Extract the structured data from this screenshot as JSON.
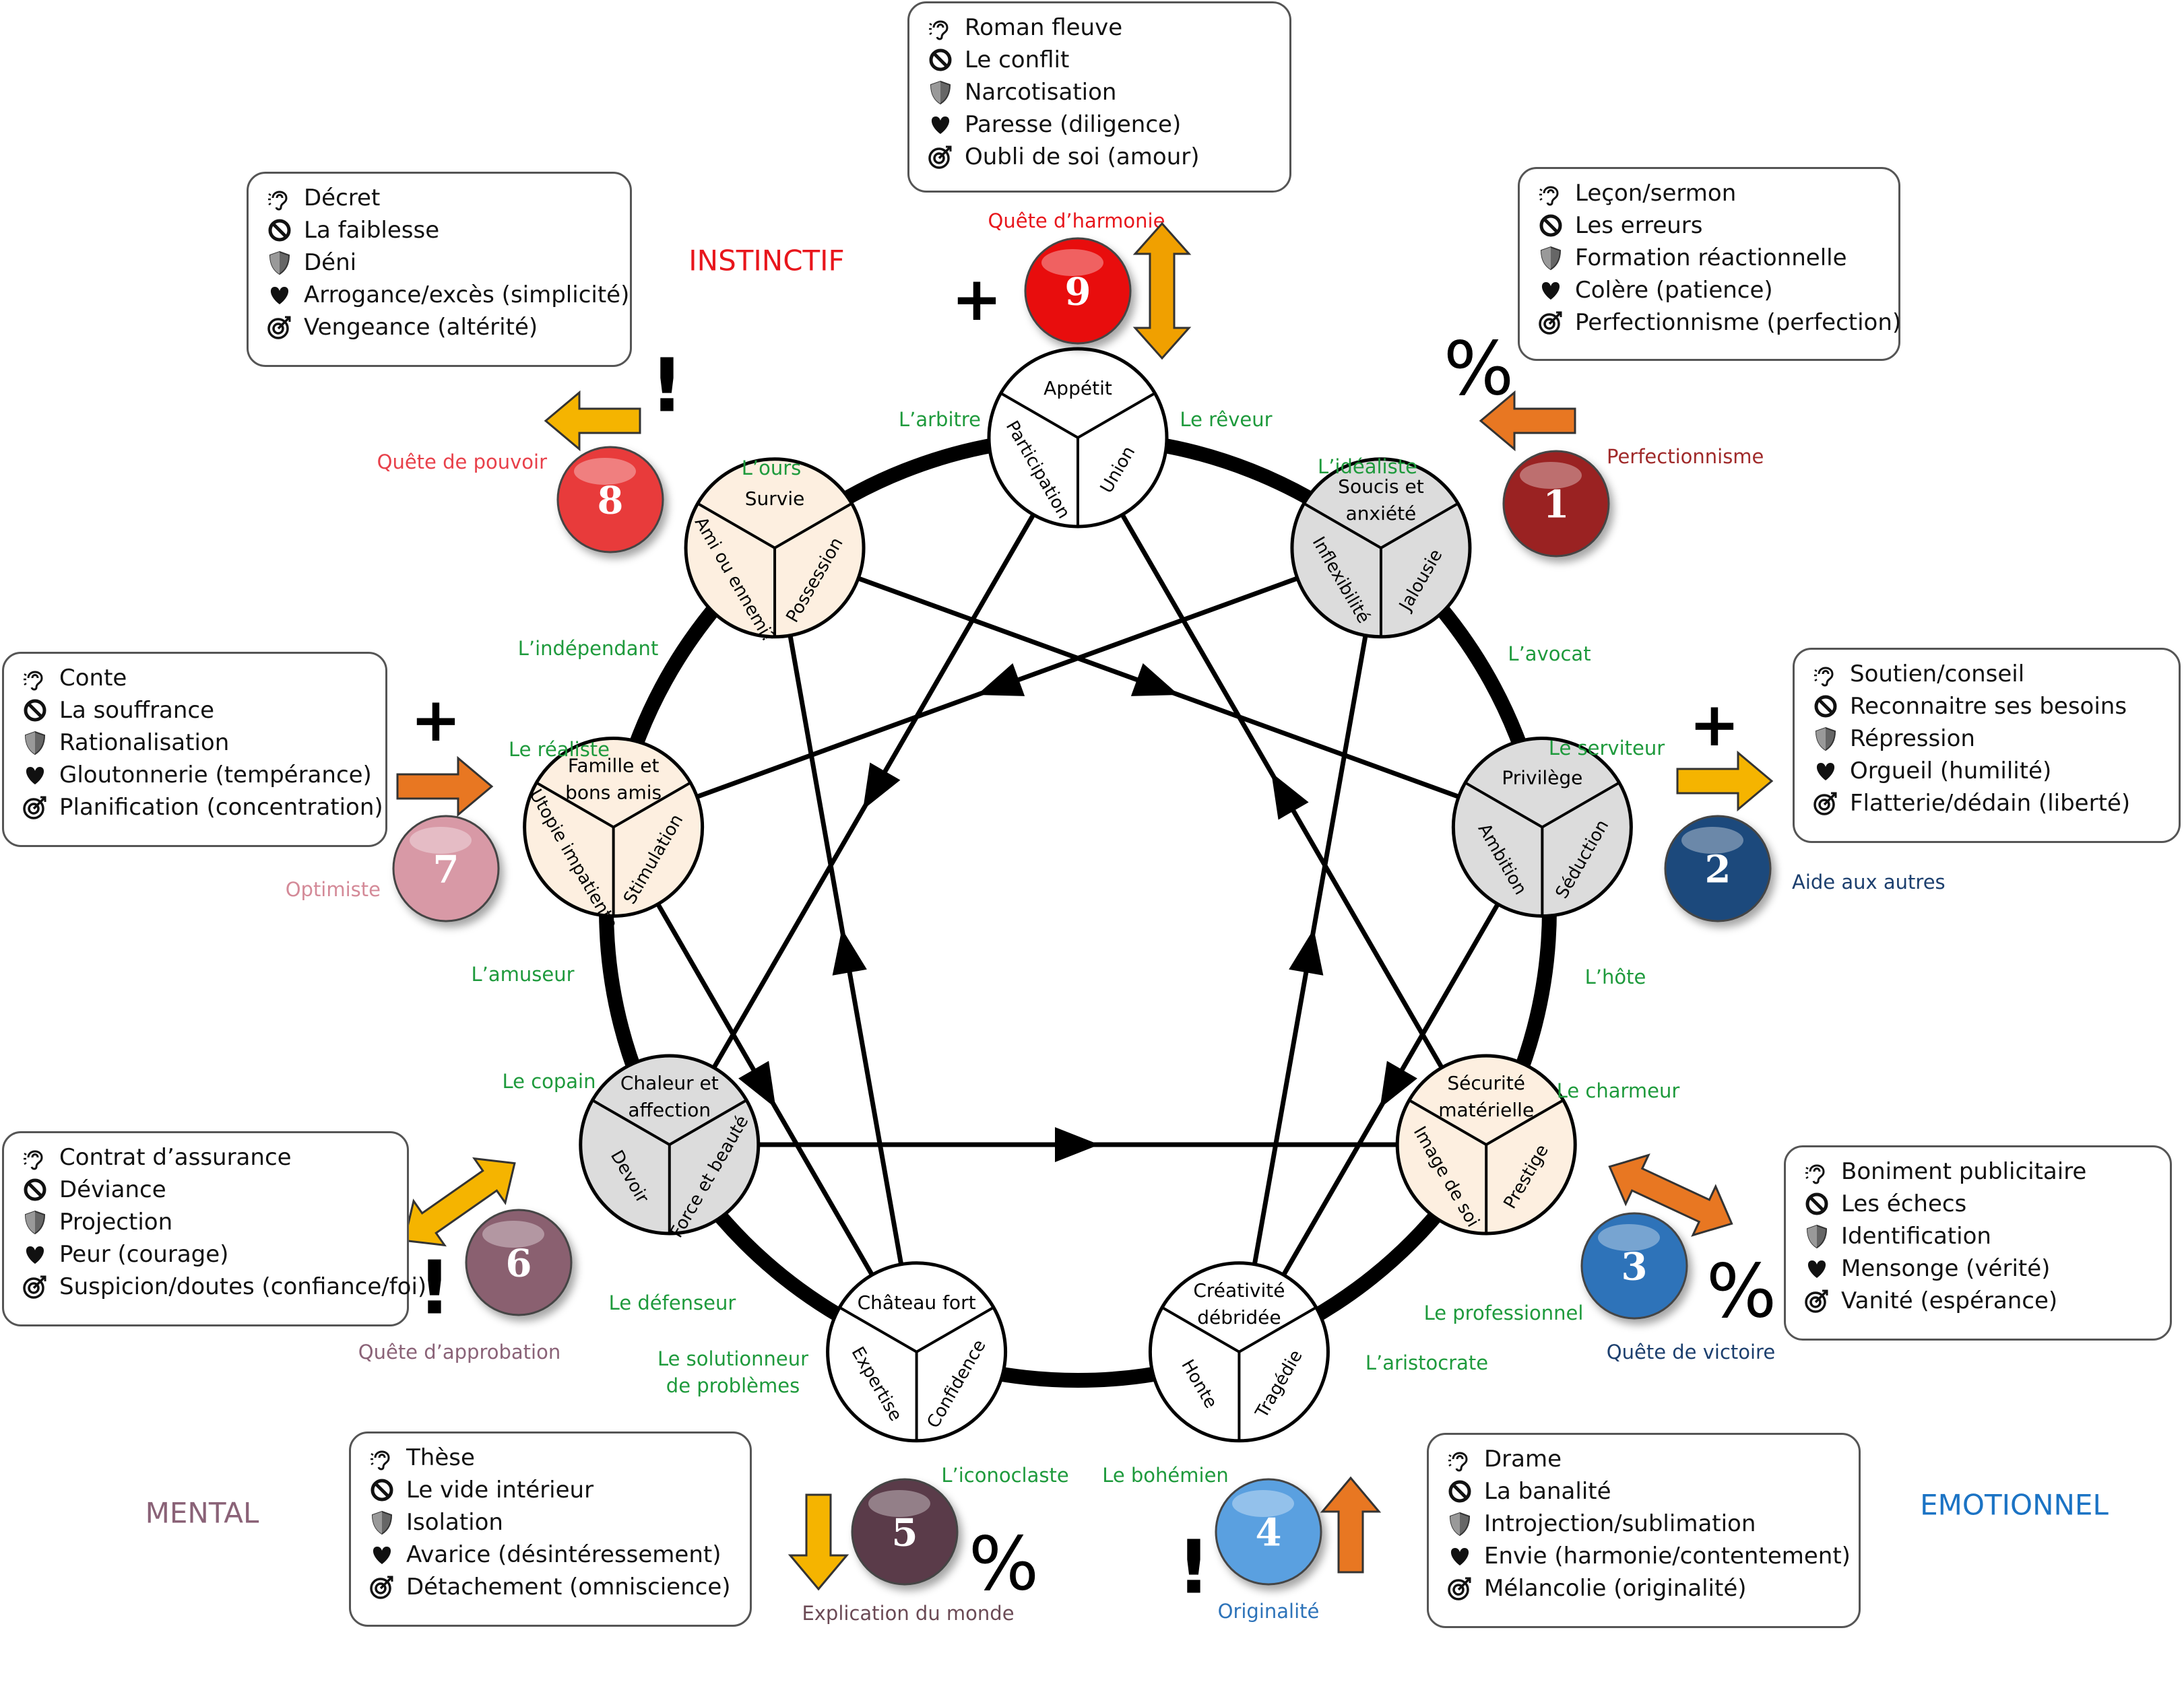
{
  "colors": {
    "green": "#1e9a3c",
    "instinctif": "#e8161c",
    "mental": "#8a6277",
    "emotionnel": "#1b73c4",
    "subtype_white": "#ffffff",
    "subtype_cream": "#fdefe0",
    "subtype_grey": "#dcdcdc"
  },
  "icon_legend": [
    "ear-icon",
    "prohibited-icon",
    "shield-icon",
    "heart-icon",
    "target-icon"
  ],
  "centers": [
    {
      "label": "INSTINCTIF",
      "color": "#e8161c"
    },
    {
      "label": "MENTAL",
      "color": "#8a6277"
    },
    {
      "label": "EMOTIONNEL",
      "color": "#1b73c4"
    }
  ],
  "types": [
    {
      "num": "9",
      "quest": "Quête d’harmonie",
      "quest_color": "#e8161c",
      "ball_color": "#e81010",
      "symbol": "+",
      "arrow": "double-vertical",
      "arrow_color": "#f0a000",
      "subtype": {
        "fill": "#ffffff",
        "top": [
          "Appétit"
        ],
        "left": "Participation",
        "right": "Union"
      },
      "wing_left": "L’arbitre",
      "wing_right": "Le rêveur",
      "info": [
        "Roman fleuve",
        "Le conflit",
        "Narcotisation",
        "Paresse (diligence)",
        "Oubli de soi (amour)"
      ]
    },
    {
      "num": "1",
      "quest": "Perfectionnisme",
      "quest_color": "#a02a2a",
      "ball_color": "#9a2020",
      "symbol": "%",
      "arrow": "left",
      "arrow_color": "#e87722",
      "subtype": {
        "fill": "#dcdcdc",
        "top": [
          "Soucis et",
          "anxiété"
        ],
        "left": "Inflexibilité",
        "right": "Jalousie"
      },
      "wing_left": "L’idéaliste",
      "wing_right": "L’avocat",
      "info": [
        "Leçon/sermon",
        "Les erreurs",
        "Formation réactionnelle",
        "Colère (patience)",
        "Perfectionnisme (perfection)"
      ]
    },
    {
      "num": "2",
      "quest": "Aide aux autres",
      "quest_color": "#1c3f6e",
      "ball_color": "#1c4a7c",
      "symbol": "+",
      "arrow": "right",
      "arrow_color": "#f5b400",
      "subtype": {
        "fill": "#dcdcdc",
        "top": [
          "Privilège"
        ],
        "left": "Ambition",
        "right": "Séduction"
      },
      "wing_left": "Le serviteur",
      "wing_right": "L’hôte",
      "info": [
        "Soutien/conseil",
        "Reconnaitre ses besoins",
        "Répression",
        "Orgueil (humilité)",
        "Flatterie/dédain (liberté)"
      ]
    },
    {
      "num": "3",
      "quest": "Quête de victoire",
      "quest_color": "#1c3f6e",
      "ball_color": "#2d73b9",
      "symbol": "%",
      "arrow": "double-diagonal",
      "arrow_color": "#e87722",
      "subtype": {
        "fill": "#fdefe0",
        "top": [
          "Sécurité",
          "matérielle"
        ],
        "left": "Image de soi",
        "right": "Prestige"
      },
      "wing_left": "Le charmeur",
      "wing_right": "Le professionnel",
      "info": [
        "Boniment publicitaire",
        "Les échecs",
        "Identification",
        "Mensonge (vérité)",
        "Vanité (espérance)"
      ]
    },
    {
      "num": "4",
      "quest": "Originalité",
      "quest_color": "#2d73b9",
      "ball_color": "#5aa0e0",
      "symbol": "!",
      "arrow": "up",
      "arrow_color": "#e87722",
      "subtype": {
        "fill": "#ffffff",
        "top": [
          "Créativité",
          "débridée"
        ],
        "left": "Honte",
        "right": "Tragédie"
      },
      "wing_left": "L’aristocrate",
      "wing_right": "Le bohémien",
      "info": [
        "Drame",
        "La banalité",
        "Introjection/sublimation",
        "Envie (harmonie/contentement)",
        "Mélancolie (originalité)"
      ]
    },
    {
      "num": "5",
      "quest": "Explication du monde",
      "quest_color": "#6b4a55",
      "ball_color": "#5a3a48",
      "symbol": "%",
      "arrow": "down",
      "arrow_color": "#f5b400",
      "subtype": {
        "fill": "#ffffff",
        "top": [
          "Château fort"
        ],
        "left": "Expertise",
        "right": "Confidence"
      },
      "wing_left": "L’iconoclaste",
      "wing_right": "Le solutionneur de problèmes",
      "info": [
        "Thèse",
        "Le vide intérieur",
        "Isolation",
        "Avarice (désintéressement)",
        "Détachement (omniscience)"
      ]
    },
    {
      "num": "6",
      "quest": "Quête d’approbation",
      "quest_color": "#8a6277",
      "ball_color": "#8a6070",
      "symbol": "!",
      "arrow": "double-diagonal",
      "arrow_color": "#f5b400",
      "subtype": {
        "fill": "#dcdcdc",
        "top": [
          "Chaleur et",
          "affection"
        ],
        "left": "Devoir",
        "right": "Force et beauté"
      },
      "wing_left": "Le défenseur",
      "wing_right": "Le copain",
      "info": [
        "Contrat d’assurance",
        "Déviance",
        "Projection",
        "Peur (courage)",
        "Suspicion/doutes (confiance/foi)"
      ]
    },
    {
      "num": "7",
      "quest": "Optimiste",
      "quest_color": "#d48a98",
      "ball_color": "#d899a6",
      "symbol": "+",
      "arrow": "right",
      "arrow_color": "#e87722",
      "subtype": {
        "fill": "#fdefe0",
        "top": [
          "Famille et",
          "bons amis"
        ],
        "left": "Utopie impatiente",
        "right": "Stimulation"
      },
      "wing_left": "L’amuseur",
      "wing_right": "Le réaliste",
      "info": [
        "Conte",
        "La souffrance",
        "Rationalisation",
        "Gloutonnerie (tempérance)",
        "Planification (concentration)"
      ]
    },
    {
      "num": "8",
      "quest": "Quête de pouvoir",
      "quest_color": "#e8404a",
      "ball_color": "#e83a3a",
      "symbol": "!",
      "arrow": "left",
      "arrow_color": "#f5b400",
      "subtype": {
        "fill": "#fdefe0",
        "top": [
          "Survie"
        ],
        "left": "Ami ou ennemi?",
        "right": "Possession"
      },
      "wing_left": "L’indépendant",
      "wing_right": "L’ours",
      "info": [
        "Décret",
        "La faiblesse",
        "Déni",
        "Arrogance/excès (simplicité)",
        "Vengeance (altérité)"
      ]
    }
  ]
}
